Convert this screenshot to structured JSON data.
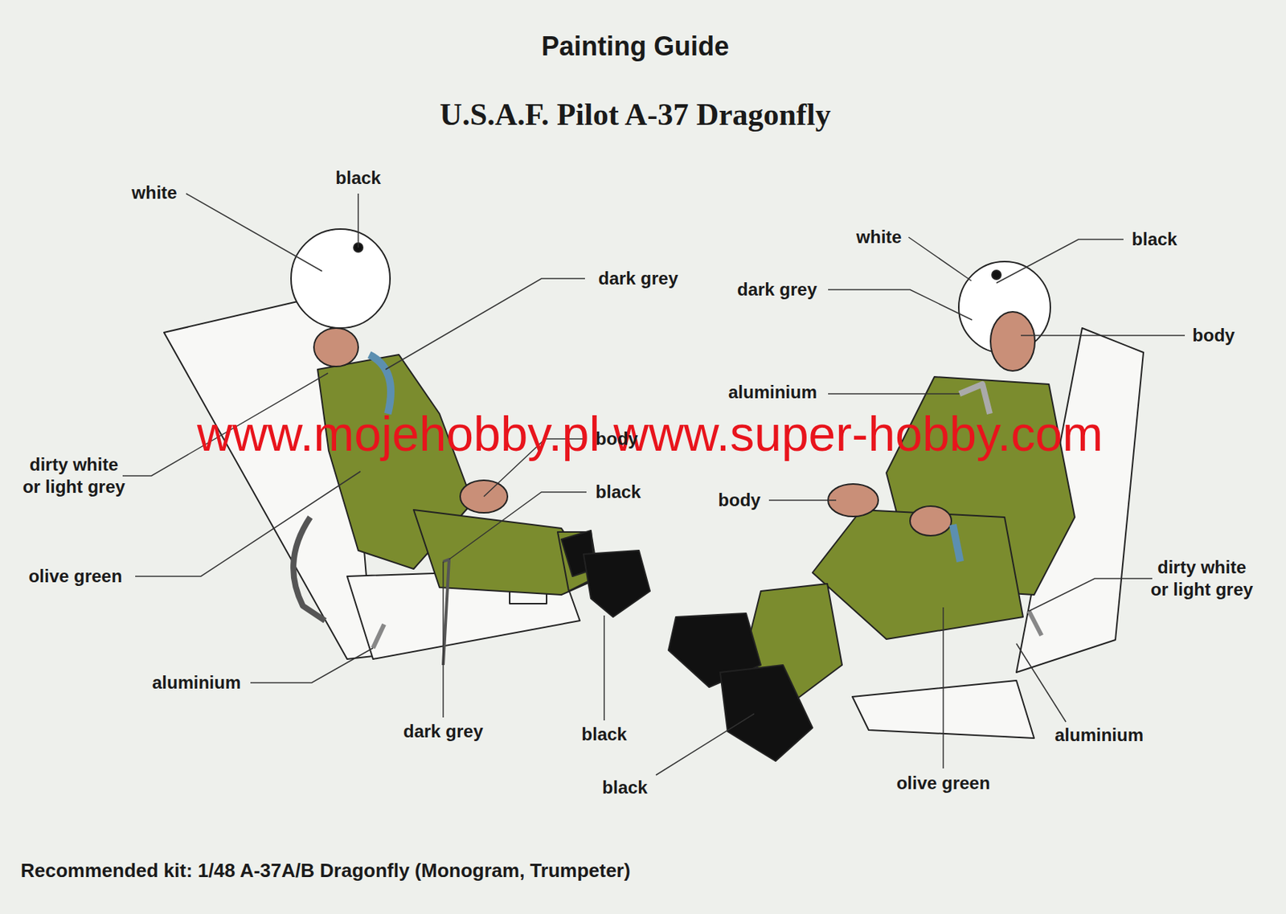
{
  "diagram": {
    "title": "Painting Guide",
    "caption": "Recommended kit: 1/48 A-37A/B Dragonfly (Monogram, Trumpeter)",
    "labels": [
      "U.S.A.F. Pilot A-37 Dragonfly",
      "white",
      "black",
      "dark grey",
      "dirty white or light grey",
      "body",
      "olive green",
      "black",
      "aluminium",
      "dark grey",
      "black",
      "white",
      "black",
      "dark grey",
      "body",
      "aluminium",
      "body",
      "dirty white or light grey",
      "aluminium",
      "olive green",
      "black",
      "www.mojehobby.pl www.super-hobby.com"
    ]
  }
}
